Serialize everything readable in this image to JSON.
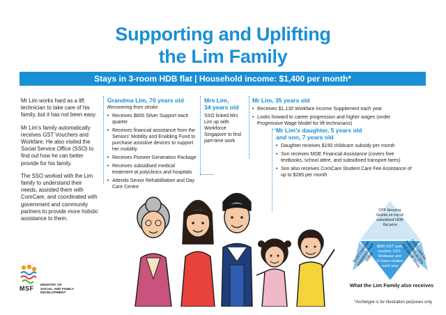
{
  "title": {
    "line1": "Supporting and Uplifting",
    "line2": "the Lim Family"
  },
  "banner": "Stays in 3-room HDB flat  | Household income: $1,400 per month*",
  "intro": [
    "Mr Lim works hard as a lift technician to take care of his family, but it has not been easy.",
    "Mr Lim’s family automatically receives GST Vouchers and Workfare. He also visited the Social Service Office (SSO) to find out how he can better provide for his family.",
    "The SSO worked with the Lim family to understand their needs, assisted them with ComCare, and coordinated with government and community partners to provide more holistic assistance to them."
  ],
  "grandma": {
    "heading": "Grandma Lim, 70 years old",
    "subheading": "Recovering from stroke",
    "items": [
      "Receives $600 Silver Support each quarter",
      "Receives financial assistance from the Seniors’ Mobility and Enabling Fund to purchase assistive devices to support her mobility",
      "Receives Pioneer Generation Package",
      "Receives subsidised medical treatment at polyclinics and hospitals",
      "Attends Senior Rehabilitation and Day Care Centre"
    ]
  },
  "mrs_lim": {
    "heading_line1": "Mrs Lim,",
    "heading_line2": "34 years old",
    "text": "SSO linked Mrs Lim up with Workforce Singapore to find part-time work"
  },
  "mr_lim": {
    "heading": "Mr Lim, 35 years old",
    "items": [
      "Receives $1,130 Workfare Income Supplement each year",
      "Looks forward to career progression and higher wages (under Progressive Wage Model for lift technicians)"
    ]
  },
  "children": {
    "heading_line1": "Mr Lim’s daughter, 5 years old",
    "heading_line2": "and son, 7 years old",
    "items": [
      "Daughter receives $150 childcare subsidy per month",
      "Son receives MOE Financial Assistance (covers free textbooks, school attire, and subsidised transport fares)",
      "Son also receives ComCare Student Care Fee Assistance of up to $285 per month"
    ]
  },
  "receives": {
    "top": [
      "CPF Housing",
      "Grants on top of",
      "subsidised HDB",
      "flat price"
    ],
    "left": [
      "$320 ComCare",
      "assistance each",
      "month"
    ],
    "right": [
      "CHAS card for",
      "subsidies at GPs",
      "and dental clinics"
    ],
    "bottom": [
      "$890 GST cash",
      "voucher, GST-",
      "Medisave and",
      "U-Save rebates",
      "each year"
    ],
    "label": "What the Lim Family also receives"
  },
  "footnote": "*Archetype is for illustration purposes only",
  "logo": {
    "abbr": "MSF",
    "name_line1": "MINISTRY OF",
    "name_line2": "SOCIAL AND FAMILY",
    "name_line3": "DEVELOPMENT"
  },
  "colors": {
    "accent": "#1a8fd6",
    "triangle_light": "#cfe6f7",
    "triangle_mid": "#8fc6ec",
    "triangle_dark": "#3d9fe0"
  }
}
